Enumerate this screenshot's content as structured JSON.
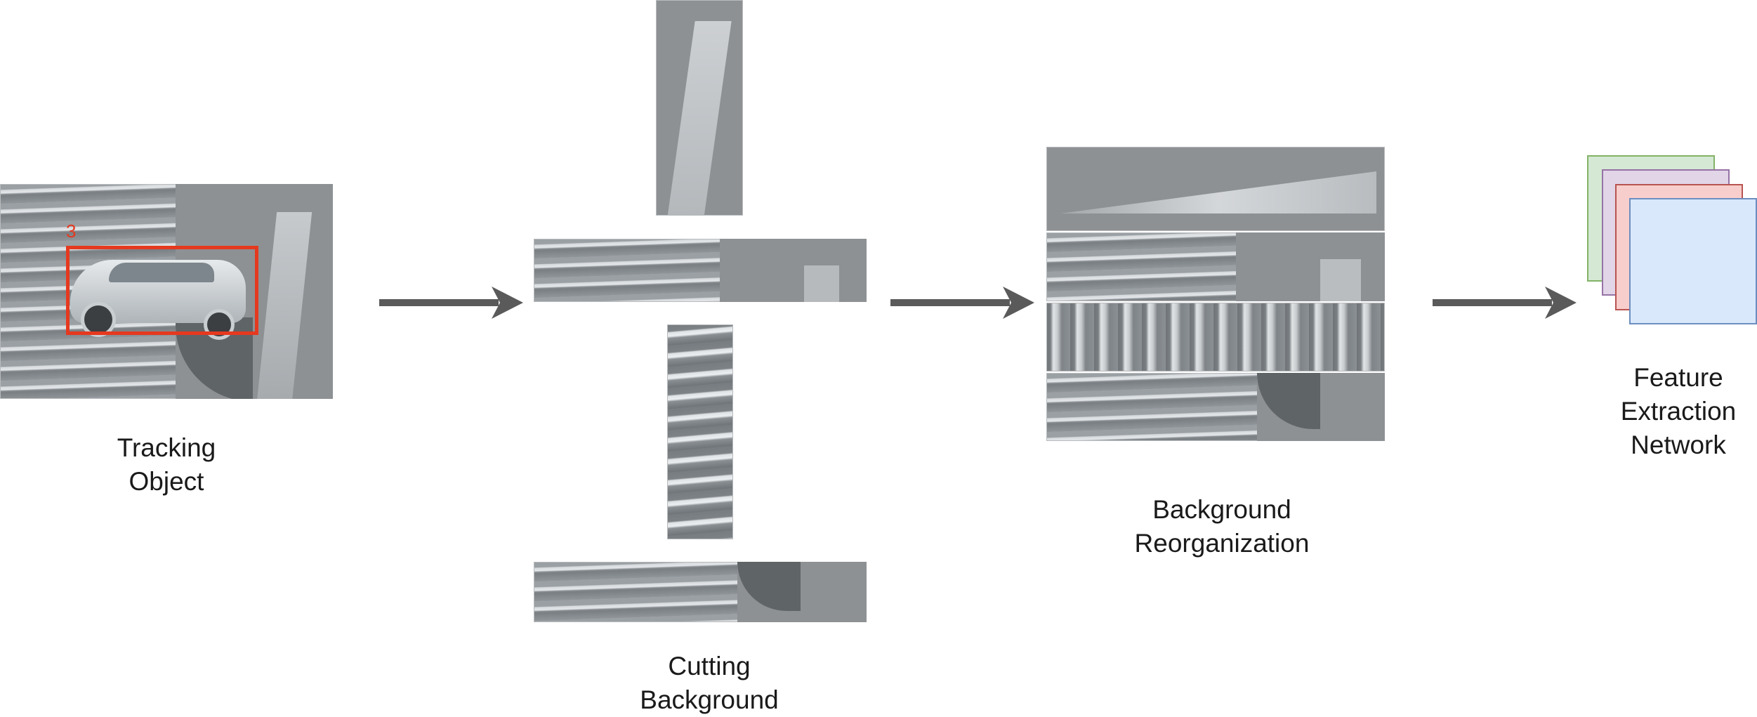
{
  "stages": [
    {
      "id": "tracking",
      "label_lines": [
        "Tracking",
        "Object"
      ],
      "object_id": "3"
    },
    {
      "id": "cutting",
      "label_lines": [
        "Cutting",
        "Background"
      ]
    },
    {
      "id": "reorganization",
      "label_lines": [
        "Background",
        "Reorganization"
      ]
    },
    {
      "id": "feature",
      "label_lines": [
        "Feature",
        "Extraction",
        "Network"
      ]
    }
  ],
  "colors": {
    "arrow": "#5a5a5a",
    "bounding_box": "#e5391f",
    "feature_cards": [
      {
        "fill": "#d5e8d4",
        "stroke": "#82b366"
      },
      {
        "fill": "#e1d5e7",
        "stroke": "#9673a6"
      },
      {
        "fill": "#f8cecc",
        "stroke": "#b85450"
      },
      {
        "fill": "#dae8fc",
        "stroke": "#6c8ebf"
      }
    ]
  }
}
